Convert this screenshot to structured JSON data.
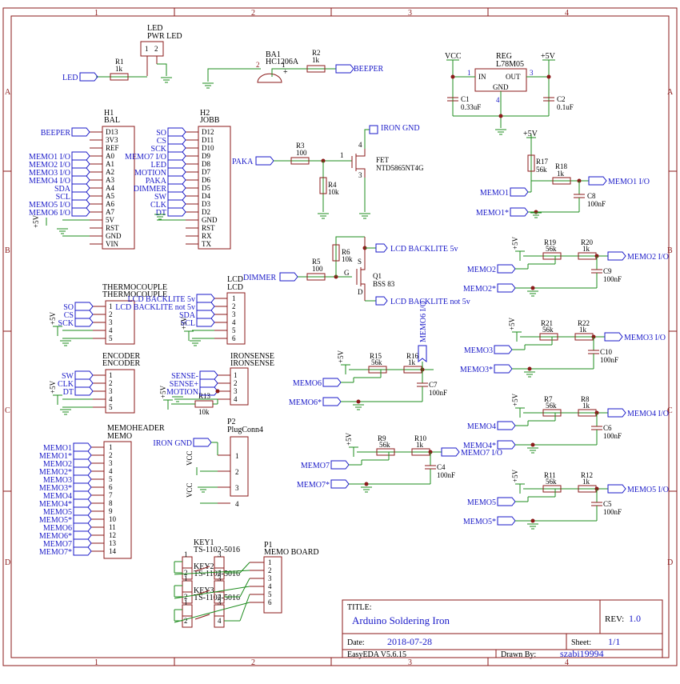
{
  "frame": {
    "columns": [
      "1",
      "2",
      "3",
      "4"
    ],
    "rows": [
      "A",
      "B",
      "C",
      "D"
    ]
  },
  "title_block": {
    "title_label": "TITLE:",
    "title": "Arduino Soldering Iron",
    "rev_label": "REV:",
    "rev": "1.0",
    "date_label": "Date:",
    "date": "2018-07-28",
    "sheet_label": "Sheet:",
    "sheet": "1/1",
    "tool": "EasyEDA V5.6.15",
    "drawn_label": "Drawn By:",
    "drawn_by": "szabi19994"
  },
  "colors": {
    "frame": "#8b1a1a",
    "wire": "#1e8c1e",
    "net": "#1a1ac8",
    "junction": "#8b1a1a"
  },
  "components": {
    "led_pwr": {
      "ref": "LED",
      "name": "PWR LED",
      "pin1": "1",
      "pin2": "2"
    },
    "r1": {
      "ref": "R1",
      "value": "1k"
    },
    "ba1": {
      "ref": "BA1",
      "value": "HC1206A",
      "pin1": "1",
      "pin2": "2",
      "plus": "+"
    },
    "r2": {
      "ref": "R2",
      "value": "1k"
    },
    "reg": {
      "ref": "REG",
      "value": "L78M05",
      "in": "IN",
      "out": "OUT",
      "gnd": "GND",
      "p1": "1",
      "p3": "3",
      "p4": "4"
    },
    "c1": {
      "ref": "C1",
      "value": "0.33uF"
    },
    "c2": {
      "ref": "C2",
      "value": "0.1uF"
    },
    "h1": {
      "ref": "H1",
      "name": "BAL",
      "pins": [
        "D13",
        "3V3",
        "REF",
        "A0",
        "A1",
        "A2",
        "A3",
        "A4",
        "A5",
        "A6",
        "A7",
        "5V",
        "RST",
        "GND",
        "VIN"
      ]
    },
    "h2": {
      "ref": "H2",
      "name": "JOBB",
      "pins": [
        "D12",
        "D11",
        "D10",
        "D9",
        "D8",
        "D7",
        "D6",
        "D5",
        "D4",
        "D3",
        "D2",
        "GND",
        "RST",
        "RX",
        "TX"
      ]
    },
    "r3": {
      "ref": "R3",
      "value": "100"
    },
    "r4": {
      "ref": "R4",
      "value": "10k"
    },
    "fet": {
      "ref": "FET",
      "value": "NTD5865NT4G",
      "p1": "1",
      "p3": "3",
      "p4": "4"
    },
    "r5": {
      "ref": "R5",
      "value": "100"
    },
    "r6": {
      "ref": "R6",
      "value": "10k"
    },
    "q1": {
      "ref": "Q1",
      "value": "BSS 83",
      "g": "G",
      "s": "S",
      "d": "D"
    },
    "r17": {
      "ref": "R17",
      "value": "56k"
    },
    "r18": {
      "ref": "R18",
      "value": "1k"
    },
    "c8": {
      "ref": "C8",
      "value": "100nF"
    },
    "r19": {
      "ref": "R19",
      "value": "56k"
    },
    "r20": {
      "ref": "R20",
      "value": "1k"
    },
    "c9": {
      "ref": "C9",
      "value": "100nF"
    },
    "r21": {
      "ref": "R21",
      "value": "56k"
    },
    "r22": {
      "ref": "R22",
      "value": "1k"
    },
    "c10": {
      "ref": "C10",
      "value": "100nF"
    },
    "r7": {
      "ref": "R7",
      "value": "56k"
    },
    "r8": {
      "ref": "R8",
      "value": "1k"
    },
    "c6": {
      "ref": "C6",
      "value": "100nF"
    },
    "r11": {
      "ref": "R11",
      "value": "56k"
    },
    "r12": {
      "ref": "R12",
      "value": "1k"
    },
    "c5": {
      "ref": "C5",
      "value": "100nF"
    },
    "r15": {
      "ref": "R15",
      "value": "56k"
    },
    "r16": {
      "ref": "R16",
      "value": "1k"
    },
    "c7": {
      "ref": "C7",
      "value": "100nF"
    },
    "r9": {
      "ref": "R9",
      "value": "56k"
    },
    "r10": {
      "ref": "R10",
      "value": "1k"
    },
    "c4": {
      "ref": "C4",
      "value": "100nF"
    },
    "thermo": {
      "ref": "THERMOCOUPLE",
      "name": "THERMOCOUPLE",
      "pins": [
        "1",
        "2",
        "3",
        "4",
        "5"
      ]
    },
    "lcd": {
      "ref": "LCD",
      "name": "LCD",
      "pins": [
        "1",
        "2",
        "3",
        "4",
        "5",
        "6"
      ]
    },
    "encoder": {
      "ref": "ENCODER",
      "name": "ENCODER",
      "pins": [
        "1",
        "2",
        "3",
        "4",
        "5"
      ]
    },
    "ironsense": {
      "ref": "IRONSENSE",
      "name": "IRONSENSE",
      "pins": [
        "1",
        "2",
        "3",
        "4"
      ]
    },
    "r13": {
      "ref": "R13",
      "value": "10k"
    },
    "p2": {
      "ref": "P2",
      "name": "PlugConn4",
      "pins": [
        "1",
        "2",
        "3",
        "4"
      ]
    },
    "memoheader": {
      "ref": "MEMOHEADER",
      "name": "MEMO",
      "pins": [
        "1",
        "2",
        "3",
        "4",
        "5",
        "6",
        "7",
        "8",
        "9",
        "10",
        "11",
        "12",
        "13",
        "14"
      ]
    },
    "keys": {
      "key1": "KEY1",
      "key2": "KEY2",
      "key3": "KEY3",
      "part": "TS-1102-5016",
      "p1": "1",
      "p2": "2",
      "p3": "3",
      "p4": "4"
    },
    "p1": {
      "ref": "P1",
      "name": "MEMO BOARD",
      "pins": [
        "1",
        "2",
        "3",
        "4",
        "5",
        "6"
      ]
    }
  },
  "nets": {
    "led": "LED",
    "beeper": "BEEPER",
    "vcc": "VCC",
    "plus5": "+5V",
    "iron_gnd": "IRON GND",
    "paka": "PAKA",
    "dimmer": "DIMMER",
    "lcd_bl_5v": "LCD BACKLITE 5v",
    "lcd_bl_not5v": "LCD BACKLITE not 5v",
    "memo6_io": "MEMO6 I/O",
    "memo7_io": "MEMO7 I/O",
    "h1_labels": [
      "BEEPER",
      "MEMO1 I/O",
      "MEMO2 I/O",
      "MEMO3 I/O",
      "MEMO4 I/O",
      "SDA",
      "SCL",
      "MEMO5 I/O",
      "MEMO6 I/O"
    ],
    "h2_labels": [
      "SO",
      "CS",
      "SCK",
      "MEMO7 I/O",
      "LED",
      "MOTION",
      "PAKA",
      "DIMMER",
      "SW",
      "CLK",
      "DT"
    ],
    "thermo_labels": [
      "SO",
      "CS",
      "SCK"
    ],
    "lcd_labels": [
      "LCD BACKLITE 5v",
      "LCD BACKLITE not 5v",
      "SDA",
      "SCL"
    ],
    "enc_labels": [
      "SW",
      "CLK",
      "DT"
    ],
    "sense_labels": [
      "SENSE-",
      "SENSE+",
      "MOTION"
    ],
    "p2_labels": [
      "IRON GND",
      "VCC",
      "VCC"
    ],
    "memo_labels": [
      "MEMO1",
      "MEMO1*",
      "MEMO2",
      "MEMO2*",
      "MEMO3",
      "MEMO3*",
      "MEMO4",
      "MEMO4*",
      "MEMO5",
      "MEMO5*",
      "MEMO6",
      "MEMO6*",
      "MEMO7",
      "MEMO7*"
    ],
    "memo_blocks": [
      {
        "io": "MEMO1 I/O",
        "memo": "MEMO1",
        "memo_star": "MEMO1*"
      },
      {
        "io": "MEMO2 I/O",
        "memo": "MEMO2",
        "memo_star": "MEMO2*"
      },
      {
        "io": "MEMO3 I/O",
        "memo": "MEMO3",
        "memo_star": "MEMO3*"
      },
      {
        "io": "MEMO4 I/O",
        "memo": "MEMO4",
        "memo_star": "MEMO4*"
      },
      {
        "io": "MEMO5 I/O",
        "memo": "MEMO5",
        "memo_star": "MEMO5*"
      },
      {
        "io": "MEMO6 I/O",
        "memo": "MEMO6",
        "memo_star": "MEMO6*"
      },
      {
        "io": "MEMO7 I/O",
        "memo": "MEMO7",
        "memo_star": "MEMO7*"
      }
    ]
  }
}
